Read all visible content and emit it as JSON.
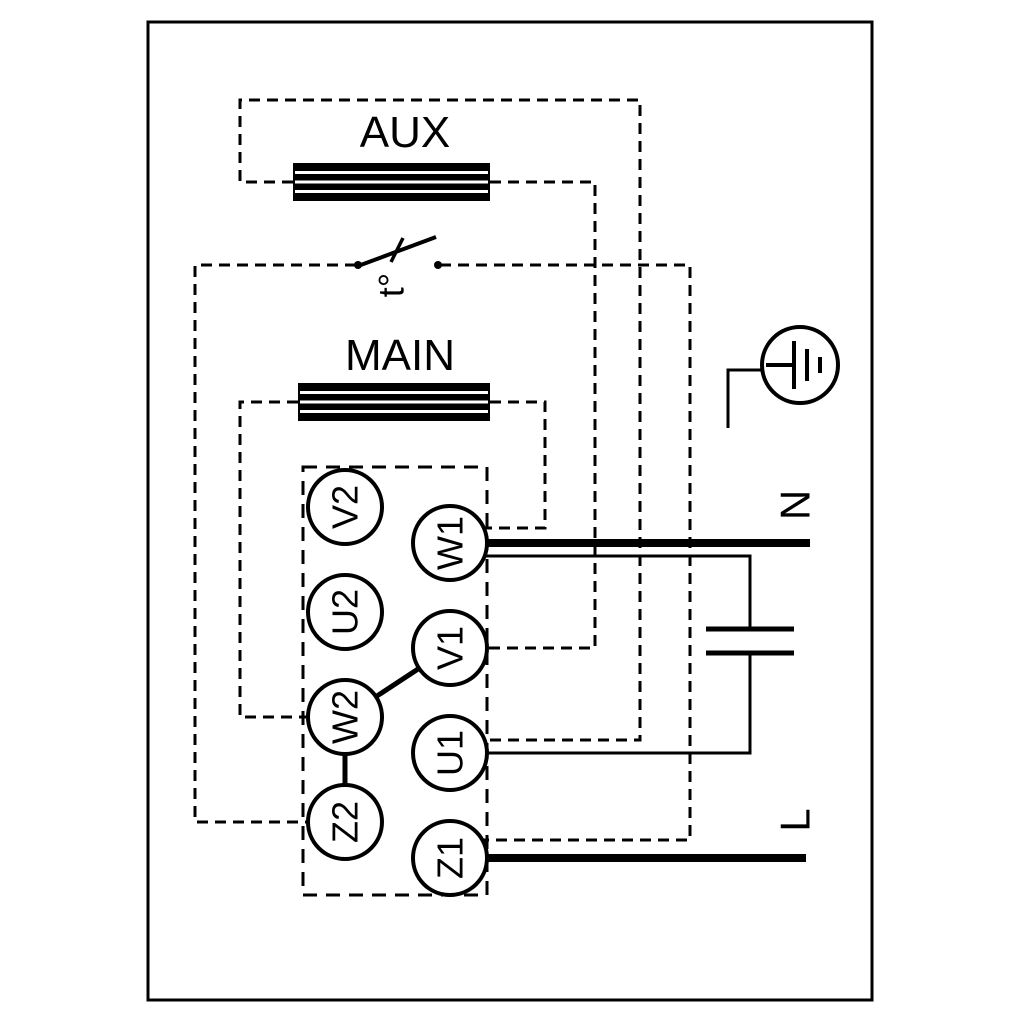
{
  "diagram": {
    "windings": {
      "aux_label": "AUX",
      "main_label": "MAIN"
    },
    "thermal_switch": {
      "label": "t°"
    },
    "power": {
      "neutral_label": "N",
      "line_label": "L"
    },
    "terminal_block": {
      "left_column": [
        "V2",
        "U2",
        "W2",
        "Z2"
      ],
      "right_column": [
        "W1",
        "V1",
        "U1",
        "Z1"
      ]
    },
    "links": [
      "W2-V1",
      "W2-Z2"
    ],
    "colors": {
      "line": "#000000",
      "background": "#ffffff",
      "winding_fill": "#000000"
    }
  }
}
